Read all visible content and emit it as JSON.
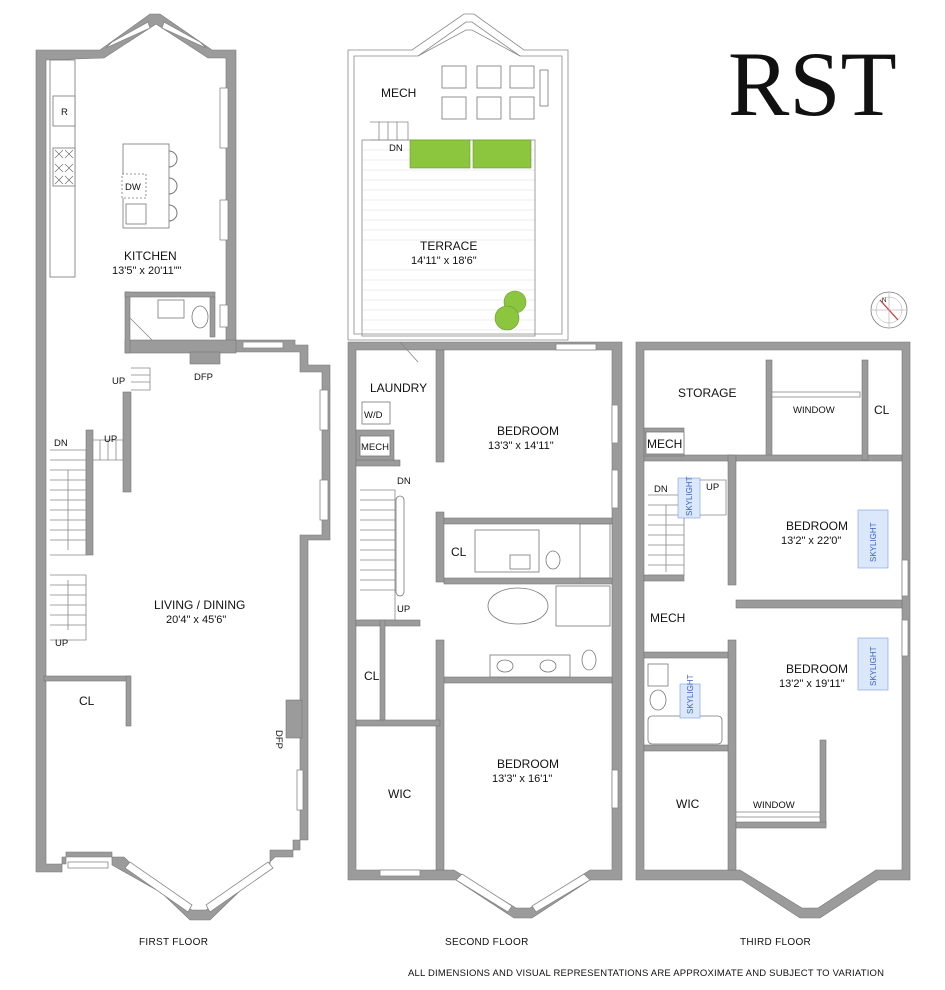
{
  "logo": {
    "text": "RST"
  },
  "compass": {
    "north": "N"
  },
  "floors": {
    "first": {
      "title": "FIRST FLOOR"
    },
    "second": {
      "title": "SECOND FLOOR"
    },
    "third": {
      "title": "THIRD FLOOR"
    }
  },
  "rooms": {
    "kitchen": {
      "name": "KITCHEN",
      "dims": "13'5\" x 20'11\"\""
    },
    "living": {
      "name": "LIVING / DINING",
      "dims": "20'4\" x 45'6\""
    },
    "terrace": {
      "name": "TERRACE",
      "dims": "14'11\" x 18'6\""
    },
    "bedroom2a": {
      "name": "BEDROOM",
      "dims": "13'3\" x 14'11\""
    },
    "bedroom2b": {
      "name": "BEDROOM",
      "dims": "13'3\" x 16'1\""
    },
    "bedroom3a": {
      "name": "BEDROOM",
      "dims": "13'2\" x 22'0\""
    },
    "bedroom3b": {
      "name": "BEDROOM",
      "dims": "13'2\" x 19'11\""
    }
  },
  "labels": {
    "r": "R",
    "dw": "DW",
    "up": "UP",
    "dn": "DN",
    "dfp": "DFP",
    "cl": "CL",
    "mech": "MECH",
    "laundry": "LAUNDRY",
    "wd": "W/D",
    "wic": "WIC",
    "storage": "STORAGE",
    "window": "WINDOW",
    "skylight": "SKYLIGHT"
  },
  "disclaimer": "ALL DIMENSIONS AND VISUAL REPRESENTATIONS ARE APPROXIMATE AND SUBJECT TO VARIATION",
  "colors": {
    "wall": "#9b9b9b",
    "plant": "#8cc63f",
    "skylight": "#dbe7fb"
  }
}
